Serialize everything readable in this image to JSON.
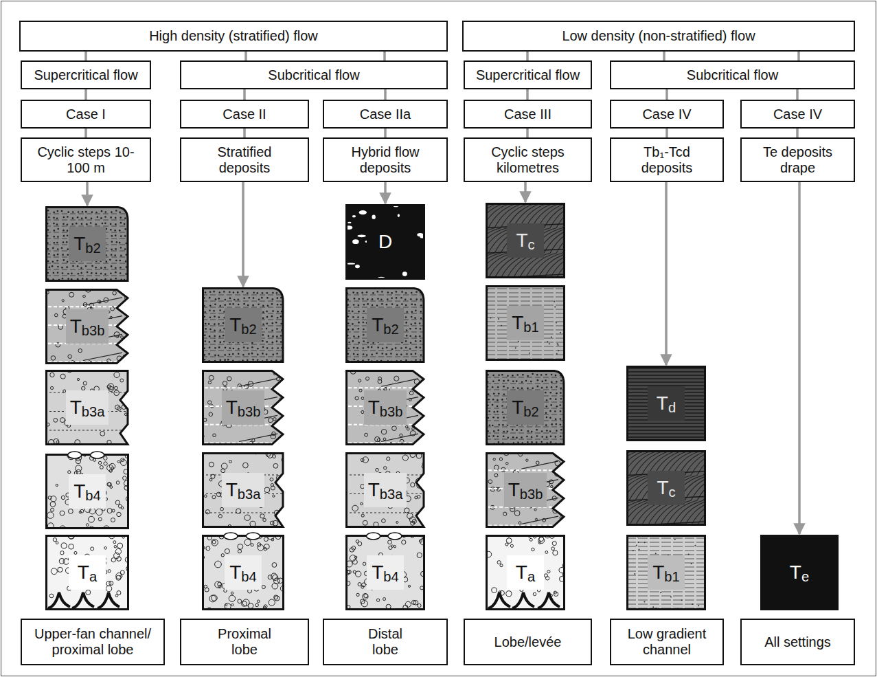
{
  "diagram": {
    "nodes": [
      {
        "text": [
          "High density (stratified) flow"
        ]
      },
      {
        "text": [
          "Low density (non-stratified) flow"
        ]
      },
      {
        "text": [
          "Supercritical flow"
        ]
      },
      {
        "text": [
          "Subcritical flow"
        ]
      },
      {
        "text": [
          "Supercritical flow"
        ]
      },
      {
        "text": [
          "Subcritical flow"
        ]
      },
      {
        "text": [
          "Case I"
        ]
      },
      {
        "text": [
          "Case II"
        ]
      },
      {
        "text": [
          "Case IIa"
        ]
      },
      {
        "text": [
          "Case III"
        ]
      },
      {
        "text": [
          "Case IV"
        ]
      },
      {
        "text": [
          "Case IV"
        ]
      },
      {
        "text": [
          "Cyclic steps 10-100 m"
        ]
      },
      {
        "text": [
          "Stratified deposits"
        ]
      },
      {
        "text": [
          "Hybrid flow deposits"
        ]
      },
      {
        "text": [
          "Cyclic steps kilometres"
        ]
      },
      {
        "text": [
          "Tb₁-Tcd deposits"
        ]
      },
      {
        "text": [
          "Te deposits drape"
        ]
      },
      {
        "text": [
          "Tb2"
        ]
      },
      {
        "text": [
          "Tb3b"
        ]
      },
      {
        "text": [
          "Tb3a"
        ]
      },
      {
        "text": [
          "Tb4"
        ]
      },
      {
        "text": [
          "Ta"
        ]
      },
      {
        "text": [
          "Tb2"
        ]
      },
      {
        "text": [
          "Tb3b"
        ]
      },
      {
        "text": [
          "Tb3a"
        ]
      },
      {
        "text": [
          "Tb4"
        ]
      },
      {
        "text": [
          "D"
        ]
      },
      {
        "text": [
          "Tb2"
        ]
      },
      {
        "text": [
          "Tb3b"
        ]
      },
      {
        "text": [
          "Tb3a"
        ]
      },
      {
        "text": [
          "Tb4"
        ]
      },
      {
        "text": [
          "Tc"
        ]
      },
      {
        "text": [
          "Tb1"
        ]
      },
      {
        "text": [
          "Tb2"
        ]
      },
      {
        "text": [
          "Tb3b"
        ]
      },
      {
        "text": [
          "Ta"
        ]
      },
      {
        "text": [
          "Td"
        ]
      },
      {
        "text": [
          "Tc"
        ]
      },
      {
        "text": [
          "Tb1"
        ]
      },
      {
        "text": [
          "Te"
        ]
      },
      {
        "text": [
          "Upper-fan channel/ proximal lobe"
        ]
      },
      {
        "text": [
          "Proximal lobe"
        ]
      },
      {
        "text": [
          "Distal lobe"
        ]
      },
      {
        "text": [
          "Lobe/levée"
        ]
      },
      {
        "text": [
          "Low gradient channel"
        ]
      },
      {
        "text": [
          "All settings"
        ]
      }
    ],
    "edges": [
      {
        "from": 0,
        "to": 2,
        "arrow": "none"
      },
      {
        "from": 0,
        "to": 3,
        "arrow": "none"
      },
      {
        "from": 0,
        "to": 3,
        "arrow": "none"
      },
      {
        "from": 1,
        "to": 4,
        "arrow": "none"
      },
      {
        "from": 1,
        "to": 5,
        "arrow": "none"
      },
      {
        "from": 1,
        "to": 5,
        "arrow": "none"
      },
      {
        "from": 2,
        "to": 6,
        "arrow": "none"
      },
      {
        "from": 3,
        "to": 7,
        "arrow": "none"
      },
      {
        "from": 3,
        "to": 8,
        "arrow": "none"
      },
      {
        "from": 4,
        "to": 9,
        "arrow": "none"
      },
      {
        "from": 5,
        "to": 10,
        "arrow": "none"
      },
      {
        "from": 5,
        "to": 11,
        "arrow": "none"
      },
      {
        "from": 6,
        "to": 12,
        "arrow": "none"
      },
      {
        "from": 7,
        "to": 13,
        "arrow": "none"
      },
      {
        "from": 8,
        "to": 14,
        "arrow": "none"
      },
      {
        "from": 9,
        "to": 15,
        "arrow": "none"
      },
      {
        "from": 10,
        "to": 16,
        "arrow": "none"
      },
      {
        "from": 11,
        "to": 17,
        "arrow": "none"
      },
      {
        "from": 12,
        "to": 18,
        "arrow": "to"
      },
      {
        "from": 13,
        "to": 23,
        "arrow": "to"
      },
      {
        "from": 14,
        "to": 27,
        "arrow": "to"
      },
      {
        "from": 15,
        "to": 32,
        "arrow": "to"
      },
      {
        "from": 16,
        "to": 37,
        "arrow": "to"
      },
      {
        "from": 17,
        "to": 40,
        "arrow": "to"
      }
    ]
  }
}
